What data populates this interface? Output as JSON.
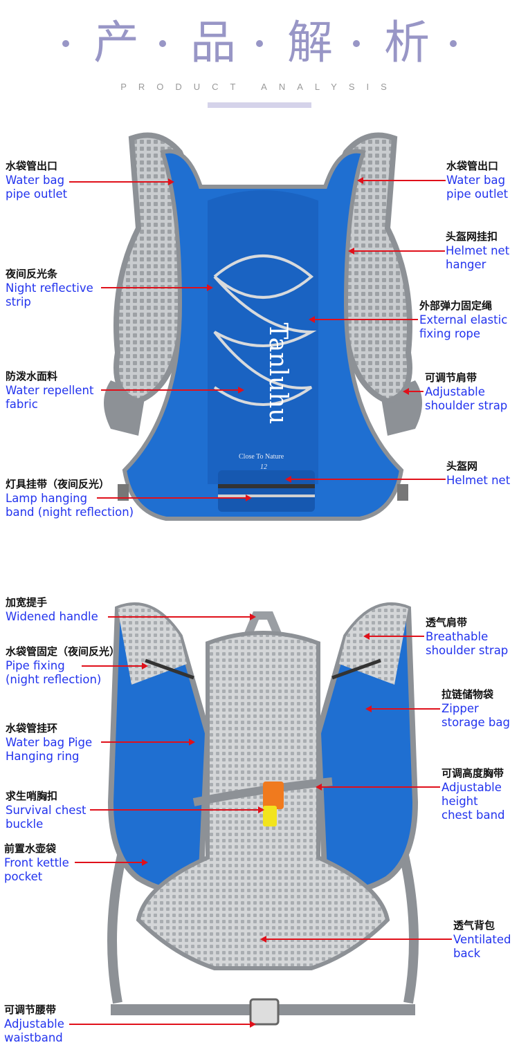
{
  "header": {
    "chars": [
      "产",
      "品",
      "解",
      "析"
    ],
    "subtitle": "PRODUCT ANALYSIS"
  },
  "front": {
    "brand_logo": "Tanluhu",
    "brand_tagline": "Close To Nature",
    "brand_number": "12",
    "labels": [
      {
        "cn": "水袋管出口",
        "en": [
          "Water bag",
          "pipe outlet"
        ]
      },
      {
        "cn": "夜间反光条",
        "en": [
          "Night reflective",
          "strip"
        ]
      },
      {
        "cn": "防泼水面料",
        "en": [
          "Water repellent",
          "fabric"
        ]
      },
      {
        "cn": "灯具挂带（夜间反光）",
        "en": [
          "Lamp hanging",
          "band (night reflection)"
        ]
      },
      {
        "cn": "水袋管出口",
        "en": [
          "Water bag",
          "pipe outlet"
        ]
      },
      {
        "cn": "头盔网挂扣",
        "en": [
          "Helmet net",
          "hanger"
        ]
      },
      {
        "cn": "外部弹力固定绳",
        "en": [
          "External elastic",
          "fixing rope"
        ]
      },
      {
        "cn": "可调节肩带",
        "en": [
          "Adjustable",
          "shoulder strap"
        ]
      },
      {
        "cn": "头盔网",
        "en": [
          "Helmet net"
        ]
      }
    ]
  },
  "back": {
    "labels": [
      {
        "cn": "加宽提手",
        "en": [
          "Widened handle"
        ]
      },
      {
        "cn": "水袋管固定（夜间反光）",
        "en": [
          "Pipe fixing",
          "(night reflection)"
        ]
      },
      {
        "cn": "水袋管挂环",
        "en": [
          "Water bag Pige",
          "Hanging ring"
        ]
      },
      {
        "cn": "求生哨胸扣",
        "en": [
          "Survival chest",
          "buckle"
        ]
      },
      {
        "cn": "前置水壶袋",
        "en": [
          "Front kettle",
          "pocket"
        ]
      },
      {
        "cn": "可调节腰带",
        "en": [
          "Adjustable",
          "waistband"
        ]
      },
      {
        "cn": "透气肩带",
        "en": [
          "Breathable",
          "shoulder strap"
        ]
      },
      {
        "cn": "拉链储物袋",
        "en": [
          "Zipper",
          "storage bag"
        ]
      },
      {
        "cn": "可调高度胸带",
        "en": [
          "Adjustable",
          "height",
          "chest band"
        ]
      },
      {
        "cn": "透气背包",
        "en": [
          "Ventilated",
          "back"
        ]
      }
    ]
  },
  "colors": {
    "accent": "#9896c6",
    "label_en": "#2233ee",
    "arrow": "#e0101a",
    "bag_blue": "#1f6fd1",
    "mesh_grey": "#b9bcbf"
  }
}
